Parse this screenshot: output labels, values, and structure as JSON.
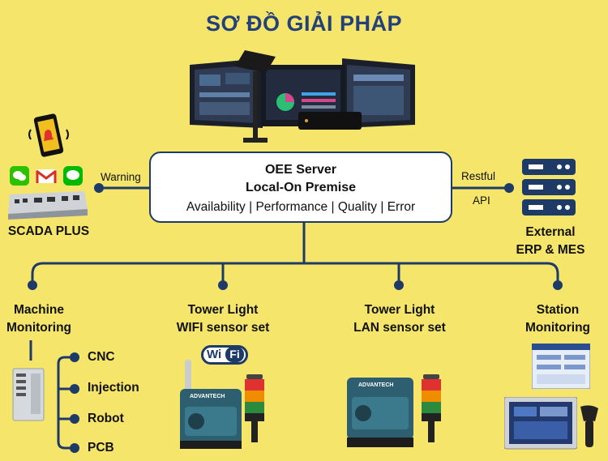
{
  "header": {
    "title": "SƠ ĐỒ GIẢI PHÁP"
  },
  "server": {
    "line1": "OEE Server",
    "line2": "Local-On Premise",
    "metrics": "Availability | Performance | Quality | Error"
  },
  "left_link": {
    "label": "Warning",
    "node": "SCADA PLUS"
  },
  "right_link": {
    "label1": "Restful",
    "label2": "API",
    "node1": "External",
    "node2": "ERP & MES"
  },
  "branches": [
    {
      "line1": "Machine",
      "line2": "Monitoring"
    },
    {
      "line1": "Tower Light",
      "line2": "WIFI sensor set"
    },
    {
      "line1": "Tower Light",
      "line2": "LAN sensor set"
    },
    {
      "line1": "Station",
      "line2": "Monitoring"
    }
  ],
  "machine_list": [
    "CNC",
    "Injection",
    "Robot",
    "PCB"
  ],
  "wifi_badge": {
    "a": "Wi",
    "b": "Fi"
  },
  "device_brand": "ADVANTECH",
  "colors": {
    "background": "#F5E66B",
    "accent": "#1E3A66",
    "title": "#23407A"
  },
  "icons": [
    "monitor-wall-icon",
    "phone-alert-icon",
    "wechat-icon",
    "gmail-icon",
    "line-icon",
    "server-rack-icon",
    "industrial-pc-icon",
    "io-module-icon",
    "tower-light-icon",
    "hmi-panel-icon",
    "barcode-scanner-icon"
  ]
}
